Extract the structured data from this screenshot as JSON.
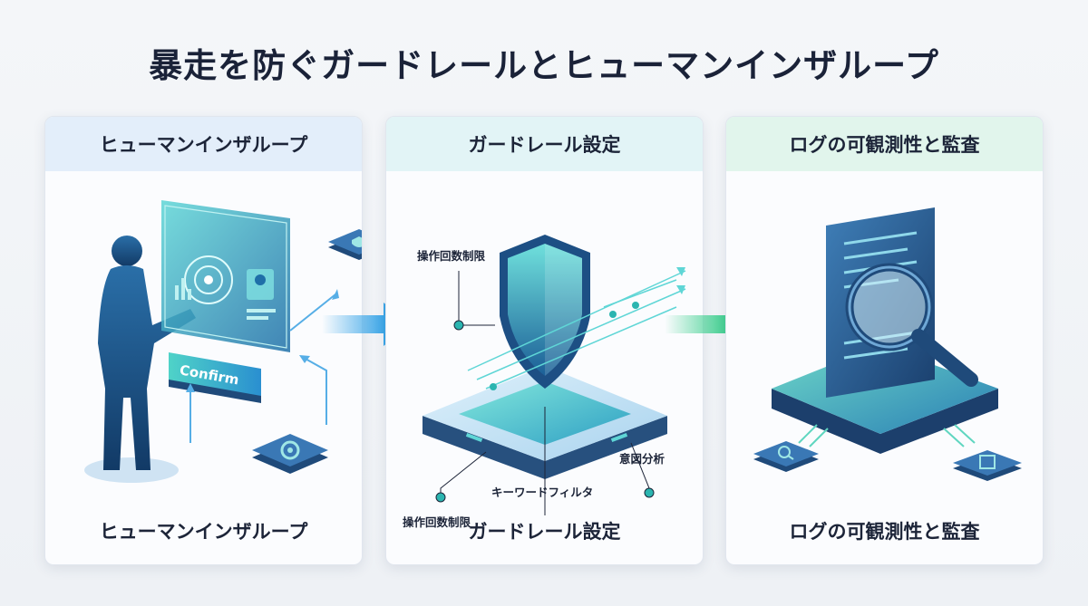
{
  "title": "暴走を防ぐガードレールとヒューマンインザループ",
  "panels": [
    {
      "header": "ヒューマンインザループ",
      "footer": "ヒューマンインザループ",
      "confirm_label": "Confirm",
      "header_color": "#e3eefa"
    },
    {
      "header": "ガードレール設定",
      "footer": "ガードレール設定",
      "labels": {
        "top_left": "操作回数制限",
        "bottom_left": "操作回数制限",
        "bottom_center": "キーワードフィルタ",
        "bottom_right": "意図分析"
      },
      "header_color": "#e2f4f6"
    },
    {
      "header": "ログの可観測性と監査",
      "footer": "ログの可観測性と監査",
      "header_color": "#e1f5ec"
    }
  ],
  "colors": {
    "navy": "#1f4a7a",
    "teal": "#2bb5b0",
    "arrow_blue": "#3aa6e8",
    "arrow_green": "#3dcf8e"
  }
}
